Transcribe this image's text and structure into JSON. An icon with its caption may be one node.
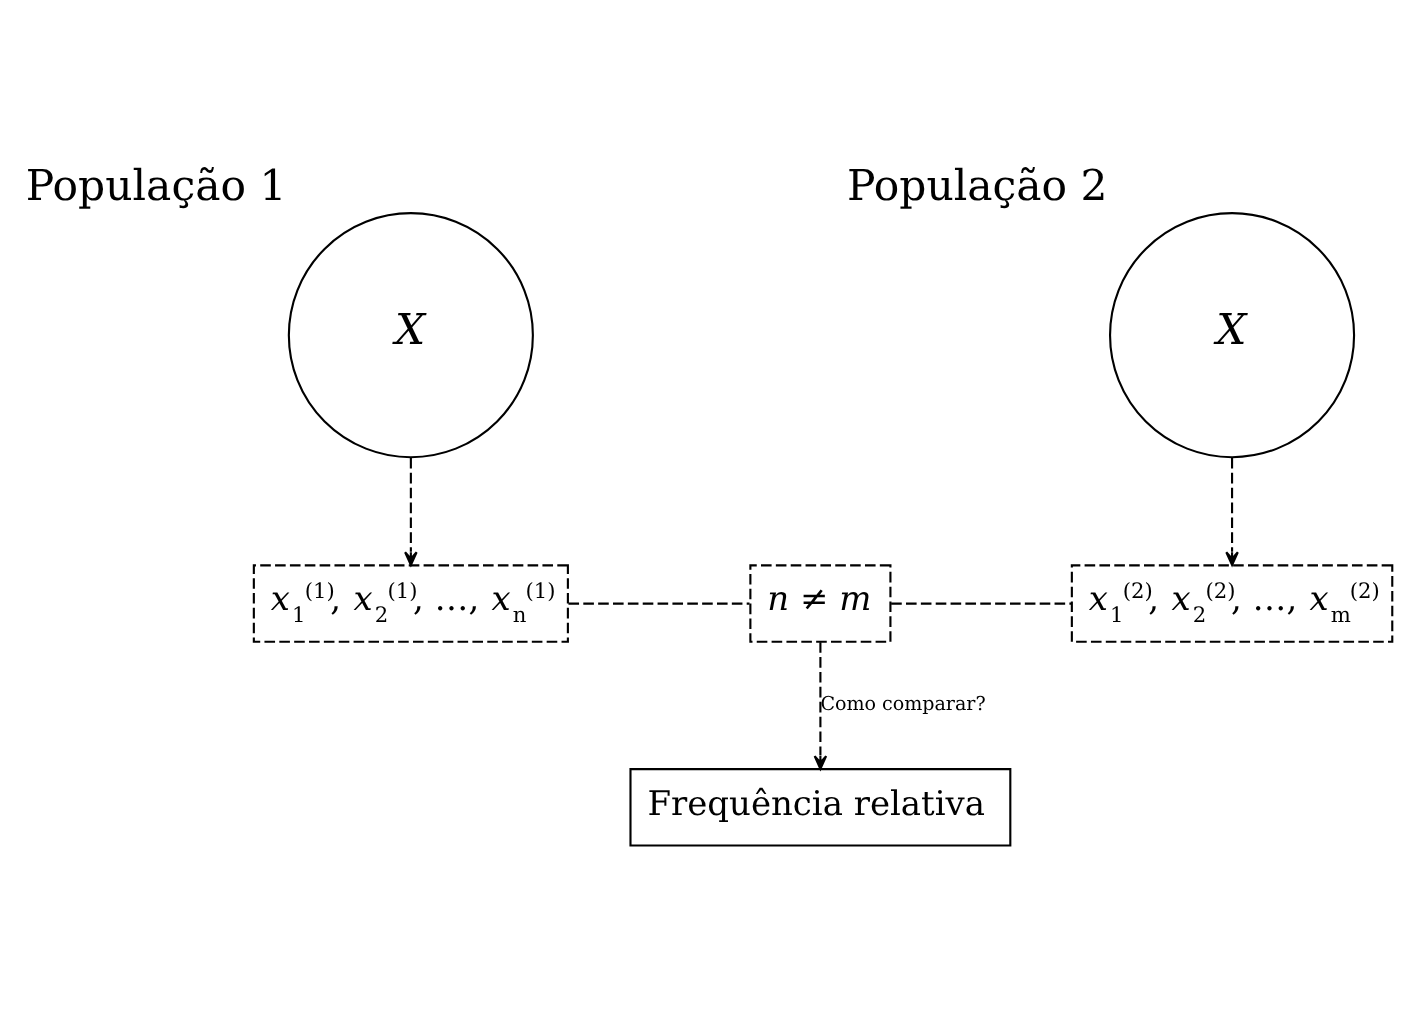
{
  "diagram": {
    "nodes": [
      {
        "text": [
          "População 1",
          "X"
        ]
      },
      {
        "text": [
          "População 2",
          "X"
        ]
      },
      {
        "text": [
          "*x*$_{1}$$^{(1)}$, *x*$_{2}$$^{(1)}$, …, *x*$_{n}$$^{(1)}$"
        ]
      },
      {
        "text": [
          "n ≠ m"
        ]
      },
      {
        "text": [
          "*x*$_{1}$$^{(2)}$, *x*$_{2}$$^{(2)}$, …, *x*$_{m}$$^{(2)}$"
        ]
      },
      {
        "text": [
          "Frequência relativa"
        ]
      }
    ],
    "edges": [
      {
        "from": 0,
        "to": 2,
        "arrow": "to",
        "style": "dashed"
      },
      {
        "from": 1,
        "to": 4,
        "arrow": "to",
        "style": "dashed"
      },
      {
        "from": 2,
        "to": 3,
        "arrow": "none",
        "style": "dashed"
      },
      {
        "from": 3,
        "to": 4,
        "arrow": "none",
        "style": "dashed"
      },
      {
        "from": 3,
        "to": 5,
        "label": "Como comparar?",
        "arrow": "to",
        "style": "dashed"
      }
    ]
  }
}
